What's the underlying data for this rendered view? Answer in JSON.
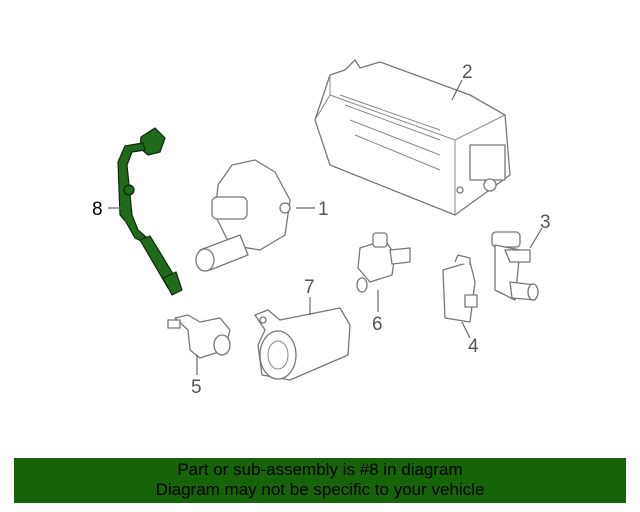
{
  "diagram": {
    "callouts": [
      "1",
      "2",
      "3",
      "4",
      "5",
      "6",
      "7",
      "8"
    ],
    "highlighted_part": "8",
    "highlight_color": "#1f6b1a"
  },
  "banner": {
    "line1": "Part or sub-assembly is #8 in diagram",
    "line2": "Diagram may not be specific to your vehicle",
    "background": "#156408"
  }
}
